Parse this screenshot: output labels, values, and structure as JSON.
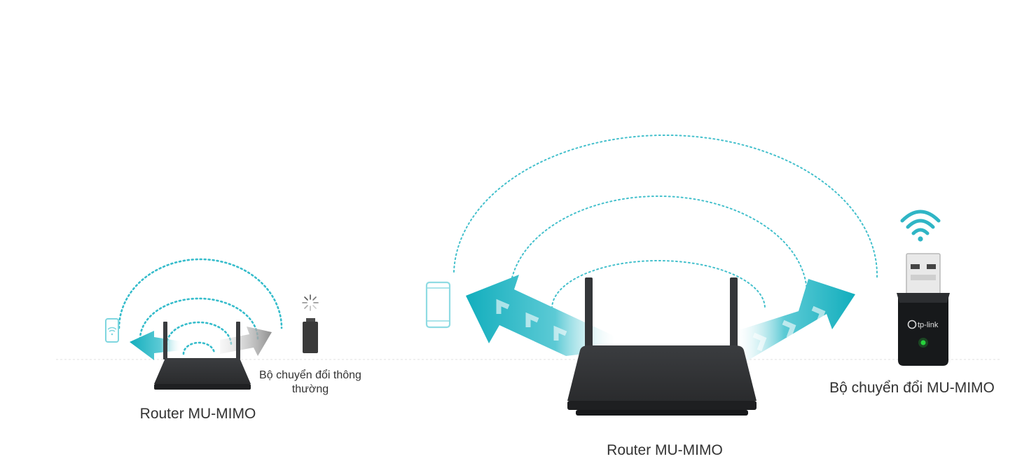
{
  "left_scene": {
    "router_label": "Router MU-MIMO",
    "adapter_label": "Bộ chuyển đổi thông thường"
  },
  "right_scene": {
    "router_label": "Router MU-MIMO",
    "adapter_label": "Bộ chuyển đổi MU-MIMO",
    "adapter_logo": "tp-link"
  },
  "colors": {
    "accent_teal": "#1bb3c2",
    "arc_teal": "#4cc3cf",
    "gray_arrow": "#9c9c9c",
    "router_body": "#2d2f31",
    "status_led": "#27d23c"
  },
  "icons": [
    "phone-icon",
    "wifi-icon",
    "loading-spinner-icon",
    "usb-adapter-icon",
    "router-icon"
  ]
}
